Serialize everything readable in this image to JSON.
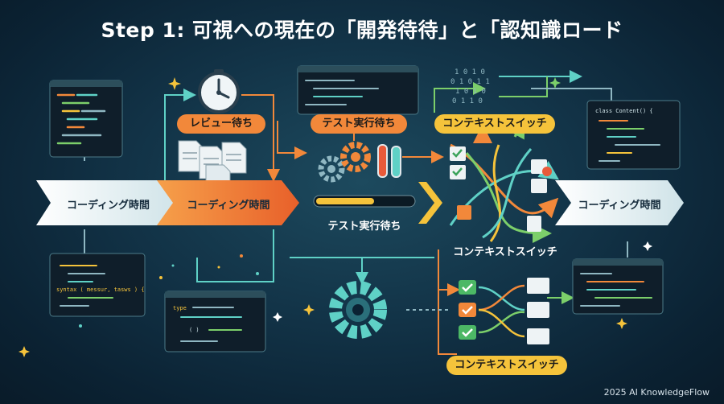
{
  "title": "Step 1: 可視への現在の「開発待待」と「認知識ロード",
  "labels": {
    "coding_left": "コーディング時間",
    "coding_mid": "コーディング時間",
    "coding_right": "コーディング時間",
    "review_wait": "レビュー待ち",
    "test_wait_top": "テスト実行待ち",
    "test_wait_bar": "テスト実行待ち",
    "context_switch_top": "コンテキストスイッチ",
    "context_switch_mid": "コンテキストスイッチ",
    "context_switch_bottom": "コンテキストスイッチ"
  },
  "code_snippets": {
    "syntax_line": "syntax ( messur, tasws ) {",
    "type_line": "type",
    "class_line": "class Content() {",
    "bracket_line": "( )"
  },
  "binary": [
    "1 0 1 0",
    "0 1 0 1 1",
    "1 0 1 0",
    "0 1 1 0"
  ],
  "footer": "2025 AI KnowledgeFlow",
  "colors": {
    "orange": "#f2883a",
    "yellow": "#f5c33b",
    "teal": "#5fd1c6",
    "green": "#7ccf6a",
    "background": "#123347"
  }
}
